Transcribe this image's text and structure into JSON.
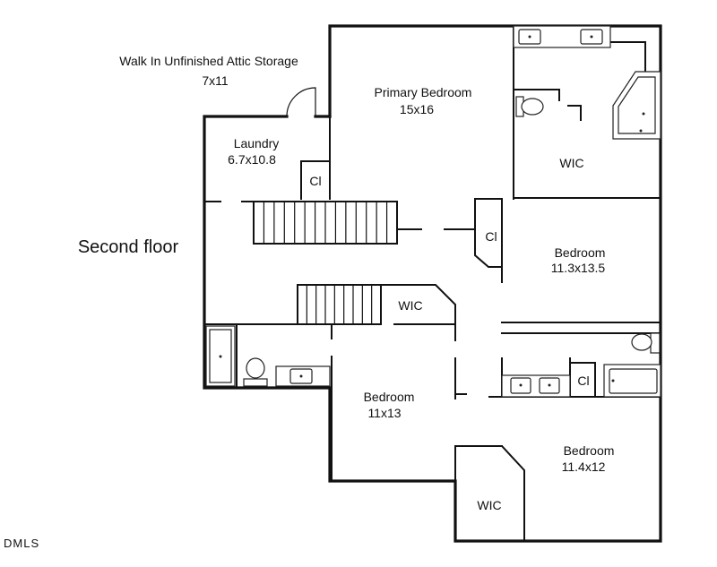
{
  "page_title": "Second floor",
  "rooms": {
    "attic": {
      "name": "Walk In Unfinished Attic Storage",
      "size": "7x11"
    },
    "laundry": {
      "name": "Laundry",
      "size": "6.7x10.8"
    },
    "primary": {
      "name": "Primary Bedroom",
      "size": "15x16"
    },
    "primary_wic": {
      "name": "WIC"
    },
    "bedroom_right": {
      "name": "Bedroom",
      "size": "11.3x13.5"
    },
    "bedroom_mid": {
      "name": "Bedroom",
      "size": "11x13"
    },
    "bedroom_lower": {
      "name": "Bedroom",
      "size": "11.4x12"
    },
    "hall_wic": {
      "name": "WIC"
    },
    "lower_wic": {
      "name": "WIC"
    },
    "closet_laundry": {
      "name": "Cl"
    },
    "closet_hall": {
      "name": "Cl"
    },
    "closet_bath": {
      "name": "Cl"
    }
  },
  "watermark": "DMLS"
}
